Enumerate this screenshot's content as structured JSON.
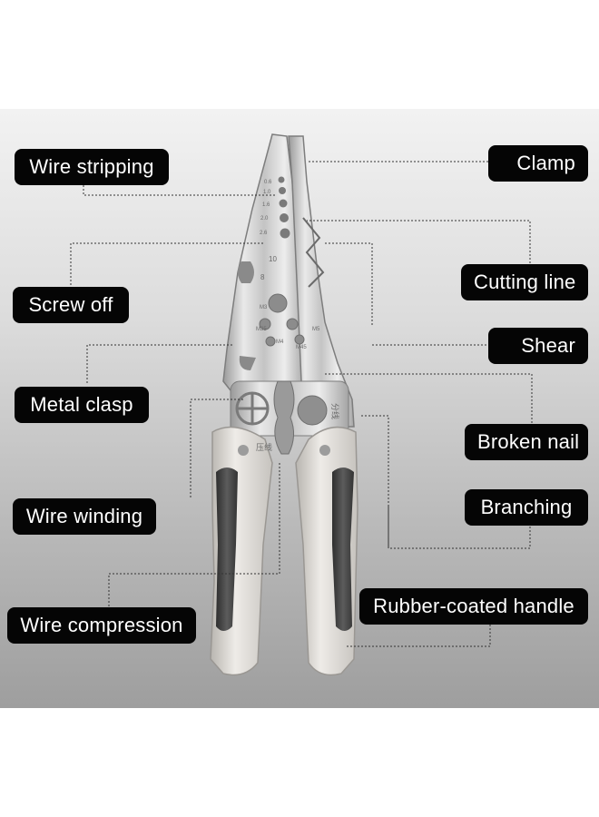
{
  "labels": {
    "wire_stripping": "Wire stripping",
    "clamp": "Clamp",
    "screw_off": "Screw off",
    "cutting_line": "Cutting line",
    "shear": "Shear",
    "metal_clasp": "Metal clasp",
    "broken_nail": "Broken nail",
    "wire_winding": "Wire winding",
    "branching": "Branching",
    "wire_compression": "Wire compression",
    "rubber_coated_handle": "Rubber-coated handle"
  },
  "tool_markings": {
    "gauge_sizes": [
      "0.6",
      "1.0",
      "1.6",
      "2.0",
      "2.6"
    ],
    "size_10": "10",
    "size_8": "8",
    "m3": "M3",
    "m35": "M35",
    "m4": "M4",
    "m45": "M45",
    "m5": "M5",
    "crimp_cn": "压线",
    "branch_cn": "分线"
  },
  "colors": {
    "label_bg": "#050505",
    "label_text": "#ffffff",
    "handle_grip": "#4a4a4a",
    "handle_shell": "#d9d6d2",
    "steel": "#cfcfcf"
  }
}
